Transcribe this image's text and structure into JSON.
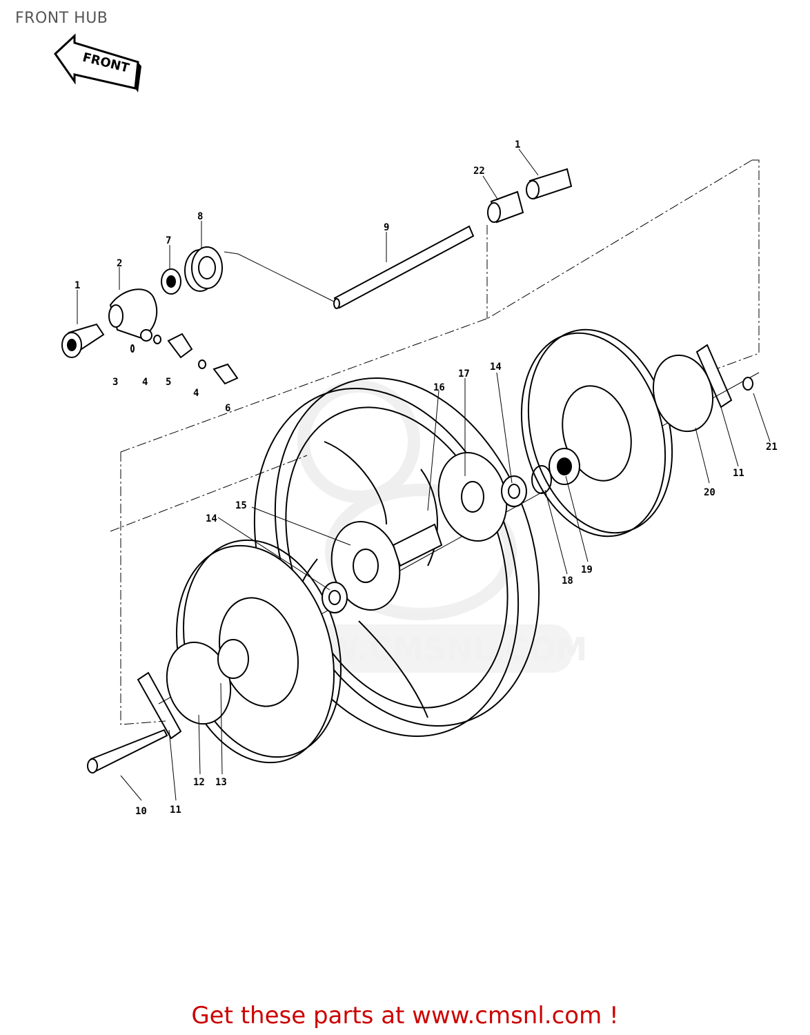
{
  "header": {
    "title": "FRONT HUB"
  },
  "direction_arrow": {
    "label": "FRONT"
  },
  "watermark": {
    "text": "WWW.CMSNL.COM"
  },
  "callouts": {
    "c1a": "1",
    "c1b": "1",
    "c2": "2",
    "c3": "3",
    "c4a": "4",
    "c4b": "4",
    "c5": "5",
    "c6": "6",
    "c7": "7",
    "c8": "8",
    "c9": "9",
    "c10": "10",
    "c11a": "11",
    "c11b": "11",
    "c12": "12",
    "c13": "13",
    "c14a": "14",
    "c14b": "14",
    "c15": "15",
    "c16": "16",
    "c17": "17",
    "c18": "18",
    "c19": "19",
    "c20": "20",
    "c21": "21",
    "c22": "22"
  },
  "footer": {
    "promo_text": "Get these parts at www.cmsnl.com !"
  },
  "colors": {
    "line": "#000000",
    "watermark": "#ececec",
    "promo": "#cc0000",
    "title": "#555555"
  }
}
